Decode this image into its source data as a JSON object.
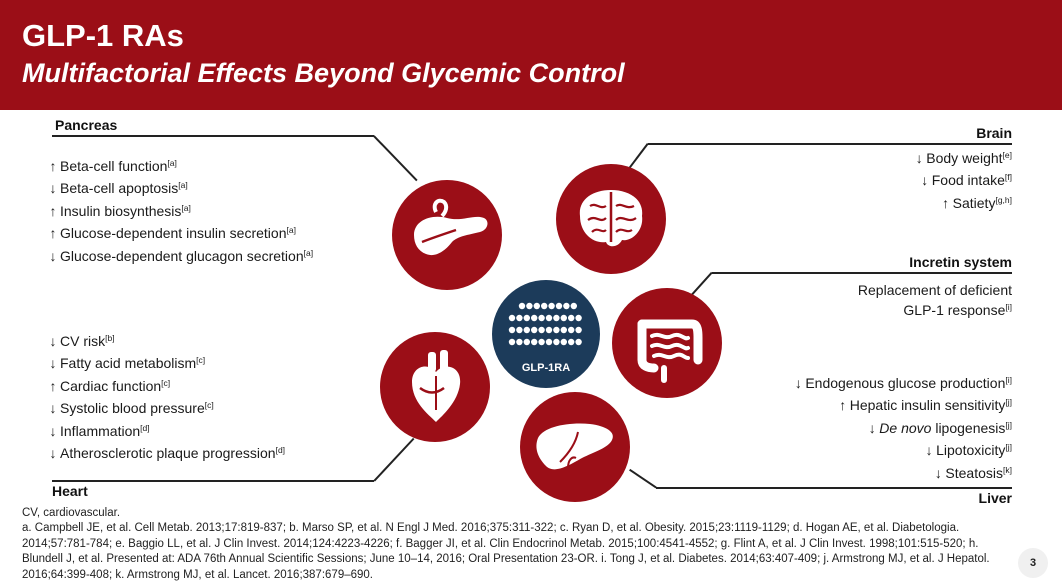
{
  "header": {
    "title": "GLP-1 RAs",
    "subtitle": "Multifactorial Effects Beyond Glycemic Control"
  },
  "hub": {
    "label": "GLP-1RA"
  },
  "colors": {
    "brand_red": "#9b0e17",
    "hub_navy": "#1c3b5a"
  },
  "sections": {
    "pancreas": {
      "title": "Pancreas",
      "icon": "pancreas-icon",
      "items": [
        {
          "arrow": "↑",
          "text": "Beta-cell function",
          "ref": "[a]"
        },
        {
          "arrow": "↓",
          "text": "Beta-cell apoptosis",
          "ref": "[a]"
        },
        {
          "arrow": "↑",
          "text": "Insulin biosynthesis",
          "ref": "[a]"
        },
        {
          "arrow": "↑",
          "text": "Glucose-dependent insulin secretion",
          "ref": "[a]"
        },
        {
          "arrow": "↓",
          "text": "Glucose-dependent glucagon secretion",
          "ref": "[a]"
        }
      ]
    },
    "heart": {
      "title": "Heart",
      "icon": "heart-organ-icon",
      "items": [
        {
          "arrow": "↓",
          "text": "CV risk",
          "ref": "[b]"
        },
        {
          "arrow": "↓",
          "text": "Fatty acid metabolism",
          "ref": "[c]"
        },
        {
          "arrow": "↑",
          "text": "Cardiac function",
          "ref": "[c]"
        },
        {
          "arrow": "↓",
          "text": "Systolic blood pressure",
          "ref": "[c]"
        },
        {
          "arrow": "↓",
          "text": "Inflammation",
          "ref": "[d]"
        },
        {
          "arrow": "↓",
          "text": "Atherosclerotic plaque progression",
          "ref": "[d]"
        }
      ]
    },
    "brain": {
      "title": "Brain",
      "icon": "brain-icon",
      "items": [
        {
          "arrow": "↓",
          "text": "Body weight",
          "ref": "[e]"
        },
        {
          "arrow": "↓",
          "text": "Food intake",
          "ref": "[f]"
        },
        {
          "arrow": "↑",
          "text": "Satiety",
          "ref": "[g,h]"
        }
      ]
    },
    "incretin": {
      "title": "Incretin system",
      "icon": "intestine-icon",
      "line1": "Replacement of deficient",
      "line2": "GLP-1 response",
      "ref": "[i]"
    },
    "liver": {
      "title": "Liver",
      "icon": "liver-icon",
      "items": [
        {
          "arrow": "↓",
          "pre": "",
          "text": "Endogenous glucose production",
          "ref": "[i]"
        },
        {
          "arrow": "↑",
          "pre": "",
          "text": "Hepatic insulin sensitivity",
          "ref": "[j]"
        },
        {
          "arrow": "↓",
          "pre": "De novo",
          "text": " lipogenesis",
          "ref": "[j]"
        },
        {
          "arrow": "↓",
          "pre": "",
          "text": "Lipotoxicity",
          "ref": "[j]"
        },
        {
          "arrow": "↓",
          "pre": "",
          "text": "Steatosis",
          "ref": "[k]"
        }
      ]
    }
  },
  "footer": {
    "abbrev": "CV, cardiovascular.",
    "references": "a. Campbell JE, et al. Cell Metab. 2013;17:819-837; b. Marso SP, et al. N Engl J Med. 2016;375:311-322; c. Ryan D, et al. Obesity. 2015;23:1119-1129; d. Hogan AE, et al. Diabetologia. 2014;57:781-784; e. Baggio LL, et al. J Clin Invest. 2014;124:4223-4226; f. Bagger JI, et al. Clin Endocrinol Metab. 2015;100:4541-4552; g. Flint A, et al. J Clin Invest. 1998;101:515-520; h. Blundell J, et al. Presented at: ADA 76th Annual Scientific Sessions; June 10–14, 2016; Oral Presentation 23-OR. i. Tong J, et al. Diabetes. 2014;63:407-409; j. Armstrong MJ, et al. J Hepatol. 2016;64:399-408; k. Armstrong MJ, et al. Lancet. 2016;387:679–690."
  },
  "page_number": "3"
}
